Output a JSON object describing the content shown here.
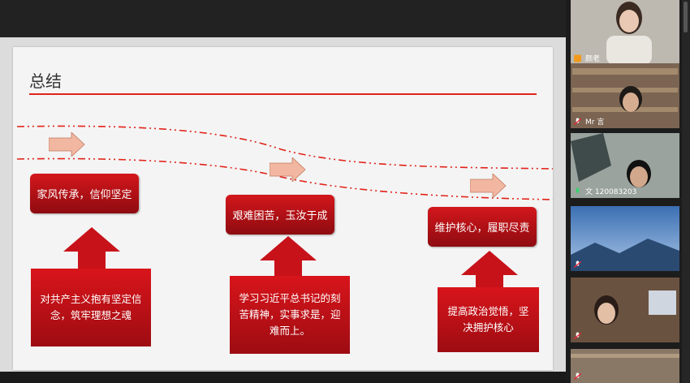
{
  "slide": {
    "title": "总结",
    "columns": [
      {
        "heading": "家风传承，信仰坚定",
        "detail": "对共产主义抱有坚定信念，筑牢理想之魂"
      },
      {
        "heading": "艰难困苦，玉汝于成",
        "detail": "学习习近平总书记的刻苦精神，实事求是，迎难而上。"
      },
      {
        "heading": "维护核心，履职尽责",
        "detail": "提高政治觉悟，坚决拥护核心"
      }
    ]
  },
  "participants": [
    {
      "label": "颜老",
      "icon": "user-avatar-icon"
    },
    {
      "label": "Mr 言",
      "icon": "mic-muted-icon"
    },
    {
      "label": "文 120083203",
      "icon": "mic-active-icon"
    },
    {
      "label": "",
      "icon": "mic-muted-icon"
    },
    {
      "label": "",
      "icon": "mic-muted-icon"
    },
    {
      "label": "",
      "icon": "mic-muted-icon"
    }
  ],
  "colors": {
    "accent_red": "#d3171c",
    "arrow_peach": "#f2b7a0",
    "rule_red": "#e2231a"
  }
}
